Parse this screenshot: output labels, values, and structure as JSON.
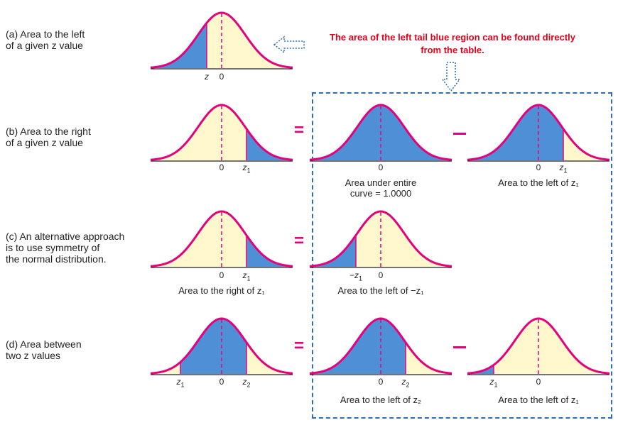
{
  "colors": {
    "curve": "#e6007e",
    "shade_blue": "#4f8fd6",
    "fill_cream": "#fff8cc",
    "callout_red": "#e3001b",
    "frame_blue": "#2f6db5",
    "operator": "#e6007e"
  },
  "callout": {
    "text": "The area of the left tail blue region can be found directly\nfrom the table."
  },
  "rows": {
    "a": {
      "label": "(a) Area to the left\n    of a given z value"
    },
    "b": {
      "label": "(b) Area to the right\n    of a given z value"
    },
    "c": {
      "label": "(c) An alternative approach\n    is to use symmetry of\n    the normal distribution."
    },
    "d": {
      "label": "(d) Area between\n    two z values"
    }
  },
  "operators": {
    "equals": "=",
    "minus": "−"
  },
  "curves": {
    "a1": {
      "shade": "left",
      "ticks": [
        [
          "z",
          ""
        ],
        [
          "0",
          ""
        ]
      ],
      "caption": ""
    },
    "b1": {
      "shade": "right",
      "ticks": [
        [
          "0",
          ""
        ],
        [
          "z",
          "1"
        ]
      ],
      "caption": ""
    },
    "b2": {
      "shade": "all",
      "ticks": [
        [
          "0",
          ""
        ]
      ],
      "caption": "Area under entire\ncurve = 1.0000"
    },
    "b3": {
      "shade": "left",
      "ticks": [
        [
          "0",
          ""
        ],
        [
          "z",
          "1"
        ]
      ],
      "caption": "Area to the left of z₁"
    },
    "c1": {
      "shade": "right",
      "ticks": [
        [
          "0",
          ""
        ],
        [
          "z",
          "1"
        ]
      ],
      "caption": "Area to the right of z₁"
    },
    "c2": {
      "shade": "left",
      "ticks": [
        [
          "−z",
          "1"
        ],
        [
          "0",
          ""
        ]
      ],
      "caption": "Area to the left of −z₁"
    },
    "d1": {
      "shade": "between",
      "ticks": [
        [
          "z",
          "1"
        ],
        [
          "0",
          ""
        ],
        [
          "z",
          "2"
        ]
      ],
      "caption": ""
    },
    "d2": {
      "shade": "left",
      "ticks": [
        [
          "0",
          ""
        ],
        [
          "z",
          "2"
        ]
      ],
      "caption": "Area to the left of z₂"
    },
    "d3": {
      "shade": "left",
      "ticks": [
        [
          "z",
          "1"
        ],
        [
          "0",
          ""
        ]
      ],
      "caption": "Area to the left of z₁"
    }
  }
}
